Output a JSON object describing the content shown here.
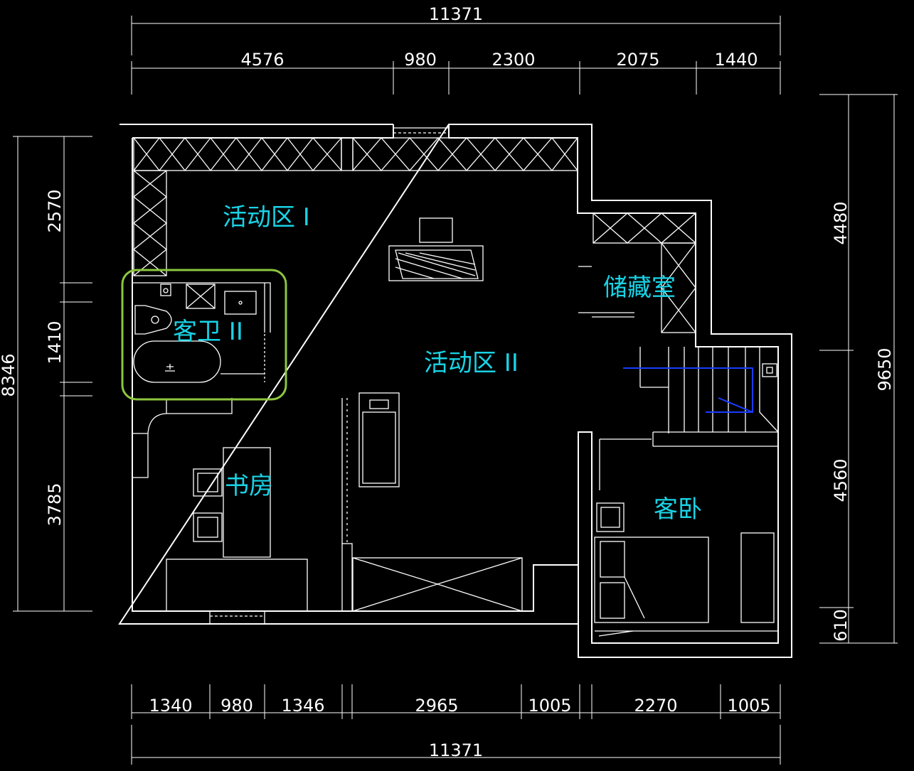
{
  "dimensions": {
    "top_total": "11371",
    "top_segments": [
      "4576",
      "980",
      "2300",
      "2075",
      "1440"
    ],
    "bottom_total": "11371",
    "bottom_segments": [
      "1340",
      "980",
      "1346",
      "2965",
      "1005",
      "2270",
      "1005"
    ],
    "left_total": "8346",
    "left_segments": [
      "2570",
      "1410",
      "3785"
    ],
    "right_total": "9650",
    "right_segments": [
      "4480",
      "4560",
      "610"
    ]
  },
  "rooms": {
    "activity_1": "活动区 I",
    "activity_2": "活动区 II",
    "storage": "储藏室",
    "guest_bath": "客卫 II",
    "study": "书房",
    "guest_bedroom": "客卧"
  },
  "colors": {
    "background": "#000000",
    "lines": "#ffffff",
    "room_labels": "#19d3e6",
    "highlight": "#8dc63f",
    "stair_line": "#1a3cff"
  }
}
